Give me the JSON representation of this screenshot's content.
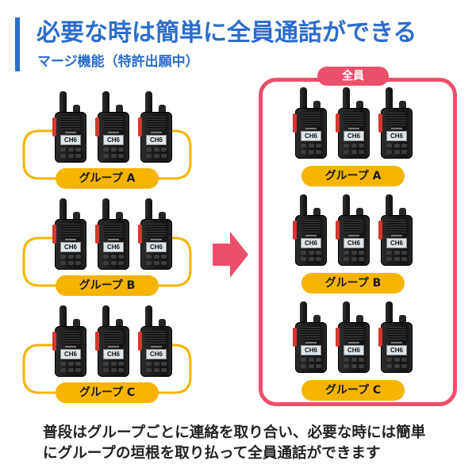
{
  "title": "必要な時は簡単に全員通話ができる",
  "subtitle": "マージ機能（特許出願中）",
  "colors": {
    "accent_blue": "#2c6dcd",
    "group_yellow": "#f5b400",
    "merge_pink": "#ec4f6c",
    "radio_body": "#1b1b1b",
    "ptt_red": "#d8372f"
  },
  "icons": {
    "merge_arrow": "arrow-right-icon",
    "device": "walkie-talkie"
  },
  "individual_groups": [
    {
      "label": "グループ A",
      "radios": [
        {
          "display": "CH6"
        },
        {
          "display": "CH6"
        },
        {
          "display": "CH6"
        }
      ]
    },
    {
      "label": "グループ B",
      "radios": [
        {
          "display": "CH6"
        },
        {
          "display": "CH6"
        },
        {
          "display": "CH6"
        }
      ]
    },
    {
      "label": "グループ C",
      "radios": [
        {
          "display": "CH6"
        },
        {
          "display": "CH6"
        },
        {
          "display": "CH6"
        }
      ]
    }
  ],
  "merged": {
    "label": "全員",
    "groups": [
      {
        "label": "グループ A",
        "radios": [
          {
            "display": "CH6"
          },
          {
            "display": "CH6"
          },
          {
            "display": "CH6"
          }
        ]
      },
      {
        "label": "グループ B",
        "radios": [
          {
            "display": "CH6"
          },
          {
            "display": "CH6"
          },
          {
            "display": "CH6"
          }
        ]
      },
      {
        "label": "グループ C",
        "radios": [
          {
            "display": "CH6"
          },
          {
            "display": "CH6"
          },
          {
            "display": "CH6"
          }
        ]
      }
    ]
  },
  "description": {
    "line1": "普段はグループごとに連絡を取り合い、必要な時には簡単",
    "line2": "にグループの垣根を取り払って全員通話ができます"
  }
}
